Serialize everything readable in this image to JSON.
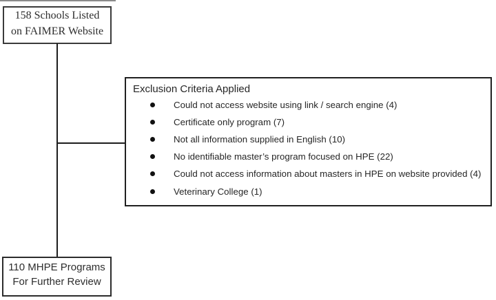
{
  "flowchart": {
    "top_box": {
      "line1": "158 Schools Listed",
      "line2": "on FAIMER Website"
    },
    "exclusion_box": {
      "title": "Exclusion Criteria Applied",
      "items": [
        "Could not access website using link / search engine (4)",
        "Certificate only program (7)",
        "Not all information supplied in English (10)",
        "No identifiable master’s program focused on HPE (22)",
        "Could not access information about masters in HPE on website provided (4)",
        "Veterinary College (1)"
      ]
    },
    "bottom_box": {
      "line1": "110 MHPE Programs",
      "line2": "For Further Review"
    },
    "colors": {
      "text": "#2d2d2d",
      "box_border": "#2b2b2b",
      "connector": "#1c1c1c",
      "bullet": "#111111",
      "artifact_line": "#8b8b8b",
      "background": "#ffffff"
    }
  }
}
